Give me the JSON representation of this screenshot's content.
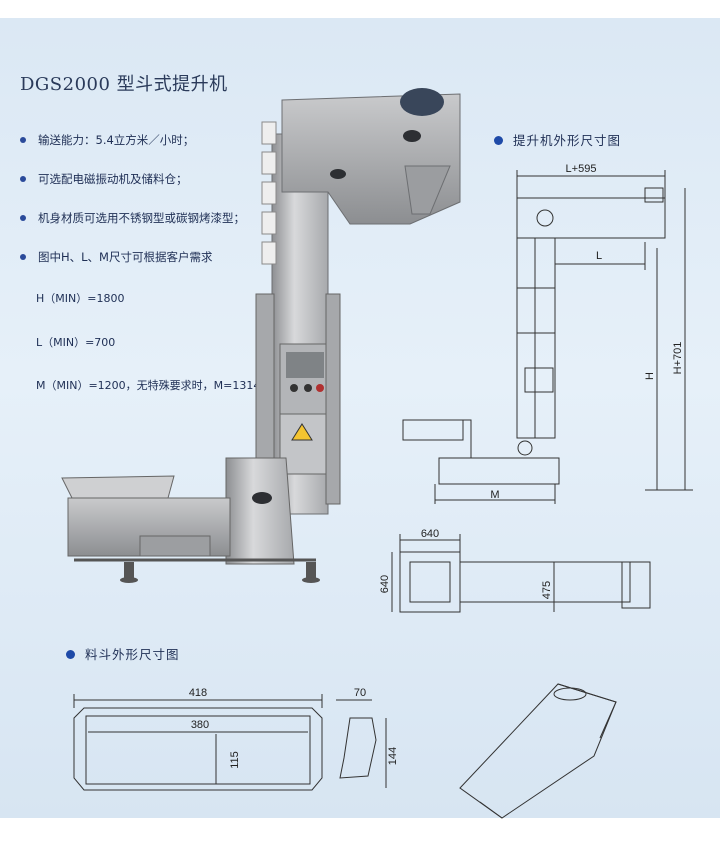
{
  "title": "DGS2000 型斗式提升机",
  "bullets": [
    "输送能力：5.4立方米／小时；",
    "可选配电磁振动机及储料仓；",
    "机身材质可选用不锈钢型或碳钢烤漆型；",
    "图中H、L、M尺寸可根据客户需求"
  ],
  "specs": [
    "H（MIN）=1800",
    "L（MIN）=700",
    "M（MIN）=1200，无特殊要求时，M=1314。"
  ],
  "sections": {
    "elevator_dims": "提升机外形尺寸图",
    "bucket_dims": "料斗外形尺寸图"
  },
  "elevator_drawing": {
    "top_width": "L+595",
    "l": "L",
    "h": "H",
    "h_total": "H+701",
    "m": "M"
  },
  "base_drawing": {
    "width": "640",
    "depth": "640",
    "height": "475"
  },
  "bucket_drawing": {
    "outer_width": "418",
    "inner_width": "380",
    "height": "115",
    "side_depth": "70",
    "side_height": "144"
  }
}
